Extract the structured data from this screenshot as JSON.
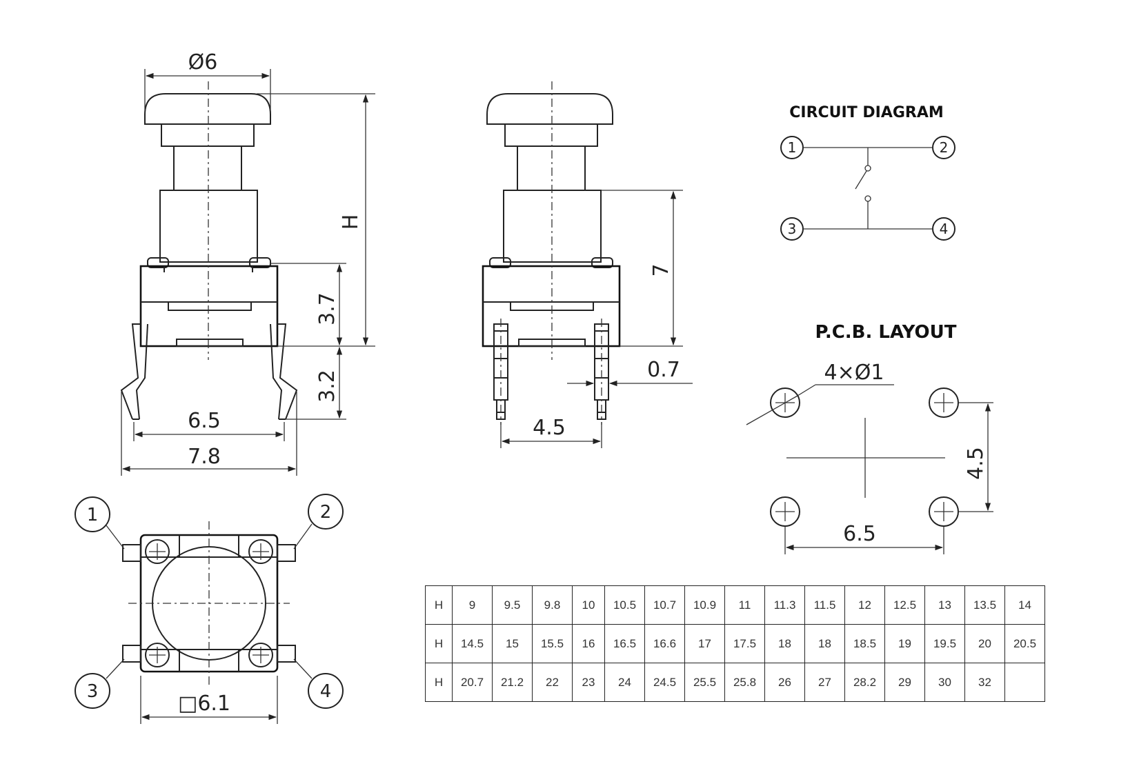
{
  "dimensions": {
    "cap_diameter": "Ø6",
    "height": "H",
    "body_height": "3.7",
    "pin_length": "3.2",
    "pin_pitch_inner": "6.5",
    "overall_width": "7.8",
    "side_height": "7",
    "pin_thickness": "0.7",
    "side_pin_pitch": "4.5",
    "square_size": "□6.1"
  },
  "circuit": {
    "title": "CIRCUIT DIAGRAM",
    "pins": [
      "1",
      "2",
      "3",
      "4"
    ]
  },
  "pcb": {
    "title": "P.C.B. LAYOUT",
    "hole_spec": "4×Ø1",
    "vertical_pitch": "4.5",
    "horizontal_pitch": "6.5"
  },
  "bottom_view": {
    "pins": [
      "1",
      "2",
      "3",
      "4"
    ]
  },
  "height_table": {
    "rows": [
      {
        "label": "H",
        "values": [
          "9",
          "9.5",
          "9.8",
          "10",
          "10.5",
          "10.7",
          "10.9",
          "11",
          "11.3",
          "11.5",
          "12",
          "12.5",
          "13",
          "13.5",
          "14"
        ]
      },
      {
        "label": "H",
        "values": [
          "14.5",
          "15",
          "15.5",
          "16",
          "16.5",
          "16.6",
          "17",
          "17.5",
          "18",
          "18",
          "18.5",
          "19",
          "19.5",
          "20",
          "20.5"
        ]
      },
      {
        "label": "H",
        "values": [
          "20.7",
          "21.2",
          "22",
          "23",
          "24",
          "24.5",
          "25.5",
          "25.8",
          "26",
          "27",
          "28.2",
          "29",
          "30",
          "32",
          ""
        ]
      }
    ]
  },
  "colors": {
    "line": "#222222",
    "background": "#ffffff"
  }
}
